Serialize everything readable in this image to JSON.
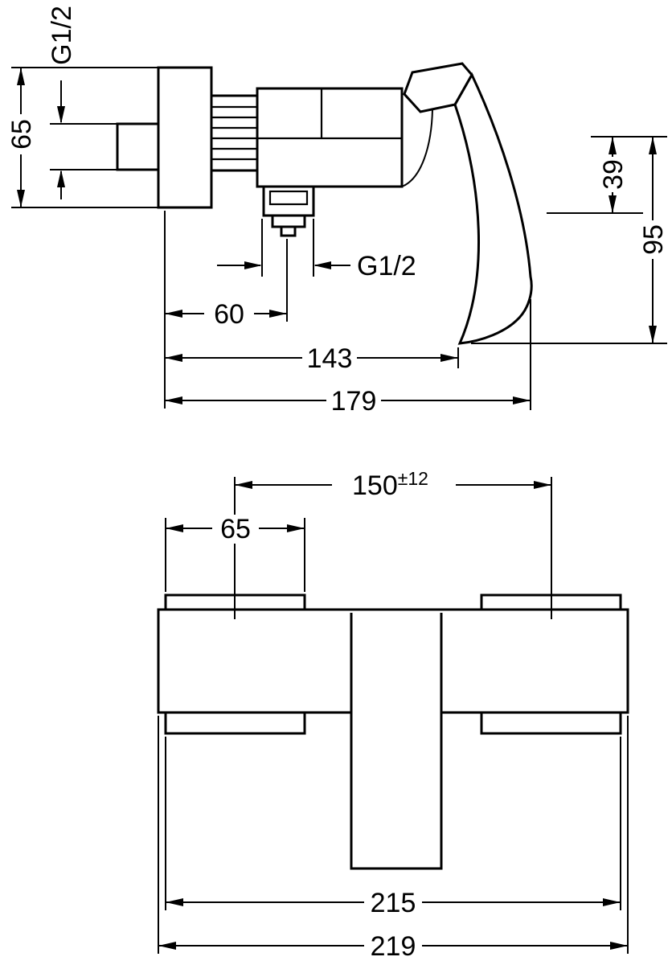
{
  "drawing": {
    "type": "technical-dimension-drawing",
    "subject": "wall-mounted shower mixer, side view and front view",
    "colors": {
      "line": "#000000",
      "background": "#ffffff"
    }
  },
  "side_view": {
    "labels": {
      "inlet_thread": "G1/2",
      "flange_height": "65",
      "outlet_thread": "G1/2",
      "depth_to_outlet": "60",
      "axis_to_outlet_bottom": "39",
      "axis_to_handle_bottom": "95",
      "depth_to_handle_tip": "143",
      "max_depth": "179"
    }
  },
  "front_view": {
    "labels": {
      "connection_distance": "150",
      "connection_tolerance": "±12",
      "flange_width": "65",
      "flange_span": "215",
      "overall_width": "219"
    }
  }
}
